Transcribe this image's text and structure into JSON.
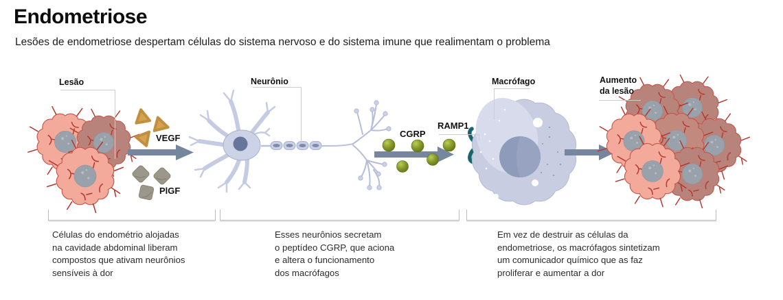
{
  "header": {
    "title": "Endometriose",
    "subtitle": "Lesões de endometriose despertam células do sistema nervoso e do sistema imune que realimentam o problema"
  },
  "diagram": {
    "labels": {
      "lesion": "Lesão",
      "neuron": "Neurônio",
      "macrophage": "Macrófago",
      "growth_line1": "Aumento",
      "growth_line2": "da lesão",
      "vegf": "VEGF",
      "plgf": "PlGF",
      "cgrp": "CGRP",
      "ramp1": "RAMP1"
    },
    "colors": {
      "arrow": "#76869e",
      "lesion_pink": "#f3aa9b",
      "lesion_dark": "#b8837a",
      "lesion_mid": "#c28a7e",
      "vessel_red": "#b5372e",
      "nucleus_gray": "#99a1ab",
      "neuron_lavender": "#c9cfe5",
      "macrophage_body": "#c9cde2",
      "cgrp_green": "#7d9226",
      "receptor_teal": "#16656d",
      "vegf_gold": "#d4a352",
      "plgf_gray": "#9b978a"
    }
  },
  "captions": [
    {
      "lines": [
        "Células do endométrio alojadas",
        "na cavidade abdominal liberam",
        "compostos que ativam neurônios",
        "sensíveis à dor"
      ]
    },
    {
      "lines": [
        "Esses neurônios secretam",
        "o peptídeo CGRP, que aciona",
        "e altera o funcionamento",
        "dos macrófagos"
      ]
    },
    {
      "lines": [
        "Em vez de destruir as células da",
        "endometriose, os macrófagos sintetizam",
        "um comunicador químico que as faz",
        "proliferar e aumentar a dor"
      ]
    }
  ]
}
